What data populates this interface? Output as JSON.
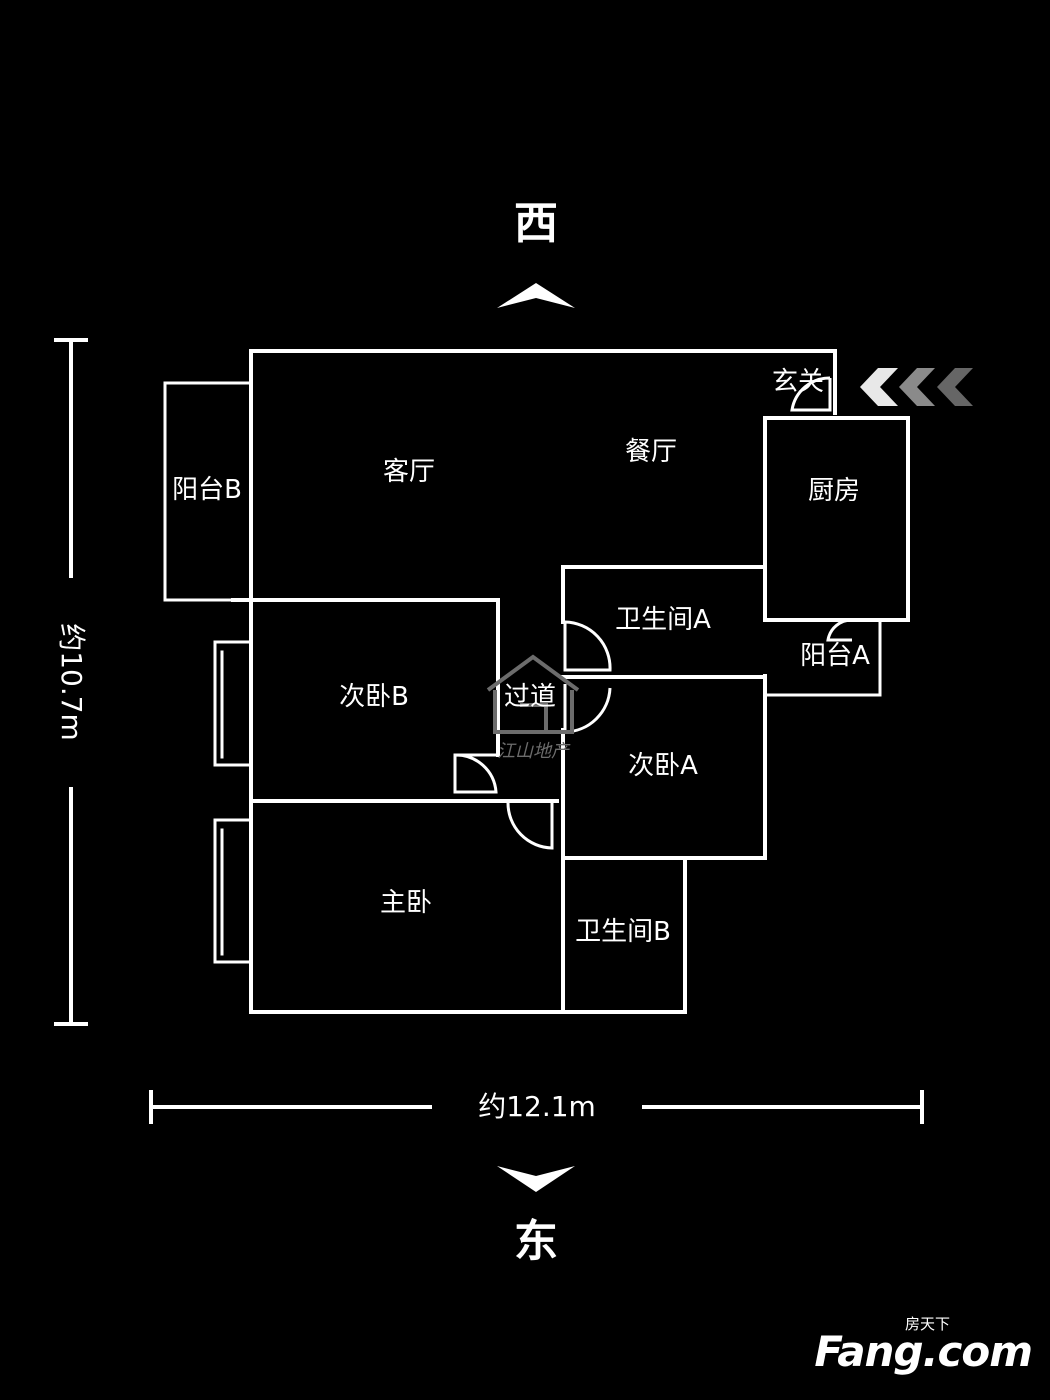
{
  "compass": {
    "north_label": "西",
    "south_label": "东"
  },
  "dimensions": {
    "height_label": "约10.7m",
    "width_label": "约12.1m"
  },
  "rooms": {
    "entrance": "玄关",
    "living_room": "客厅",
    "dining_room": "餐厅",
    "kitchen": "厨房",
    "balcony_b": "阳台B",
    "balcony_a": "阳台A",
    "bathroom_a": "卫生间A",
    "bathroom_b": "卫生间B",
    "corridor": "过道",
    "second_bedroom_b": "次卧B",
    "second_bedroom_a": "次卧A",
    "master_bedroom": "主卧"
  },
  "watermark": {
    "text": "江山地产",
    "icon": "house-icon"
  },
  "logo": {
    "top": "房天下",
    "main": "Fang.com"
  },
  "colors": {
    "background": "#000000",
    "lines": "#ffffff",
    "watermark": "#6c6c6c"
  }
}
